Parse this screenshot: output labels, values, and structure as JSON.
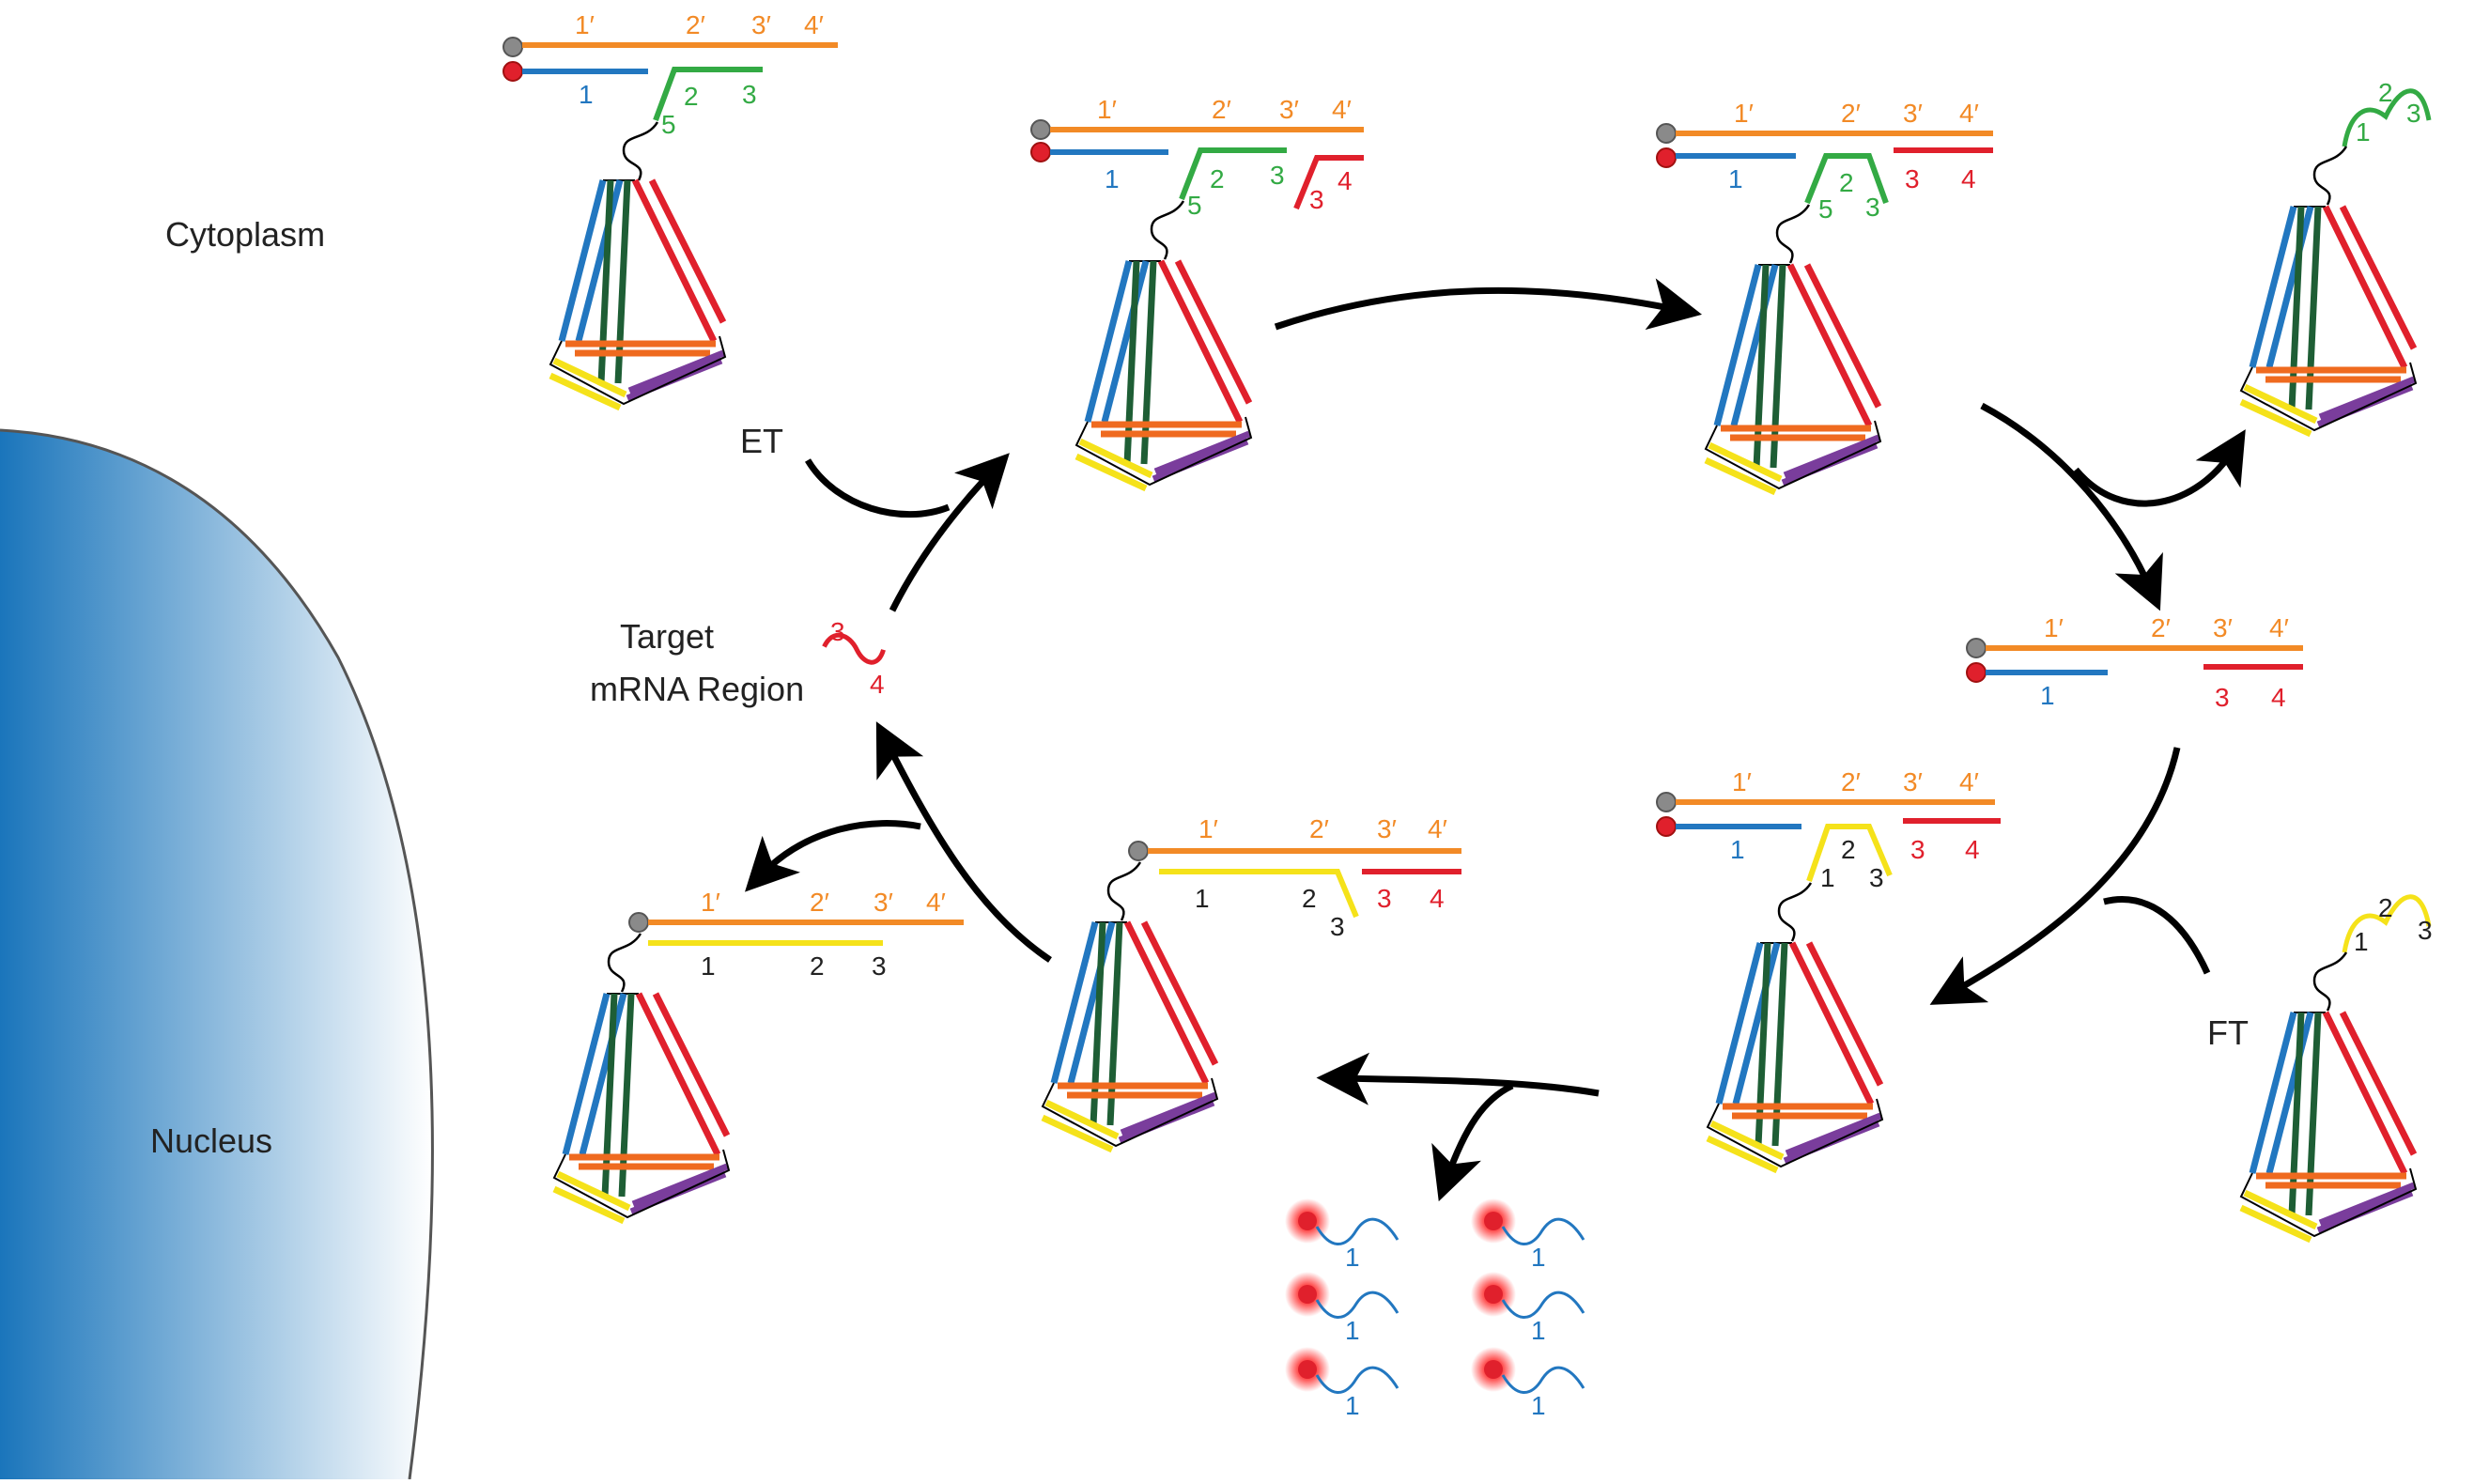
{
  "labels": {
    "cytoplasm": "Cytoplasm",
    "nucleus": "Nucleus",
    "et": "ET",
    "ft": "FT",
    "target_line1": "Target",
    "target_line2": "mRNA Region"
  },
  "strand_labels": {
    "orange": [
      "1′",
      "2′",
      "3′",
      "4′"
    ],
    "blue": "1",
    "green": [
      "5",
      "2",
      "3"
    ],
    "red": [
      "3",
      "4"
    ],
    "yellow": [
      "1",
      "2",
      "3"
    ],
    "released_green": [
      "1",
      "2",
      "3"
    ],
    "fuel_yellow": [
      "1",
      "2",
      "3"
    ]
  },
  "colors": {
    "orange": "#f28a26",
    "blue": "#2277c0",
    "green": "#33aa44",
    "red": "#e0202c",
    "yellow": "#f5e21a",
    "purple": "#7a3d9c",
    "dark_green": "#1e5e35",
    "tetra_orange": "#ef6a1f",
    "nucleus_dark": "#1a75bb",
    "nucleus_light": "#ffffff"
  }
}
